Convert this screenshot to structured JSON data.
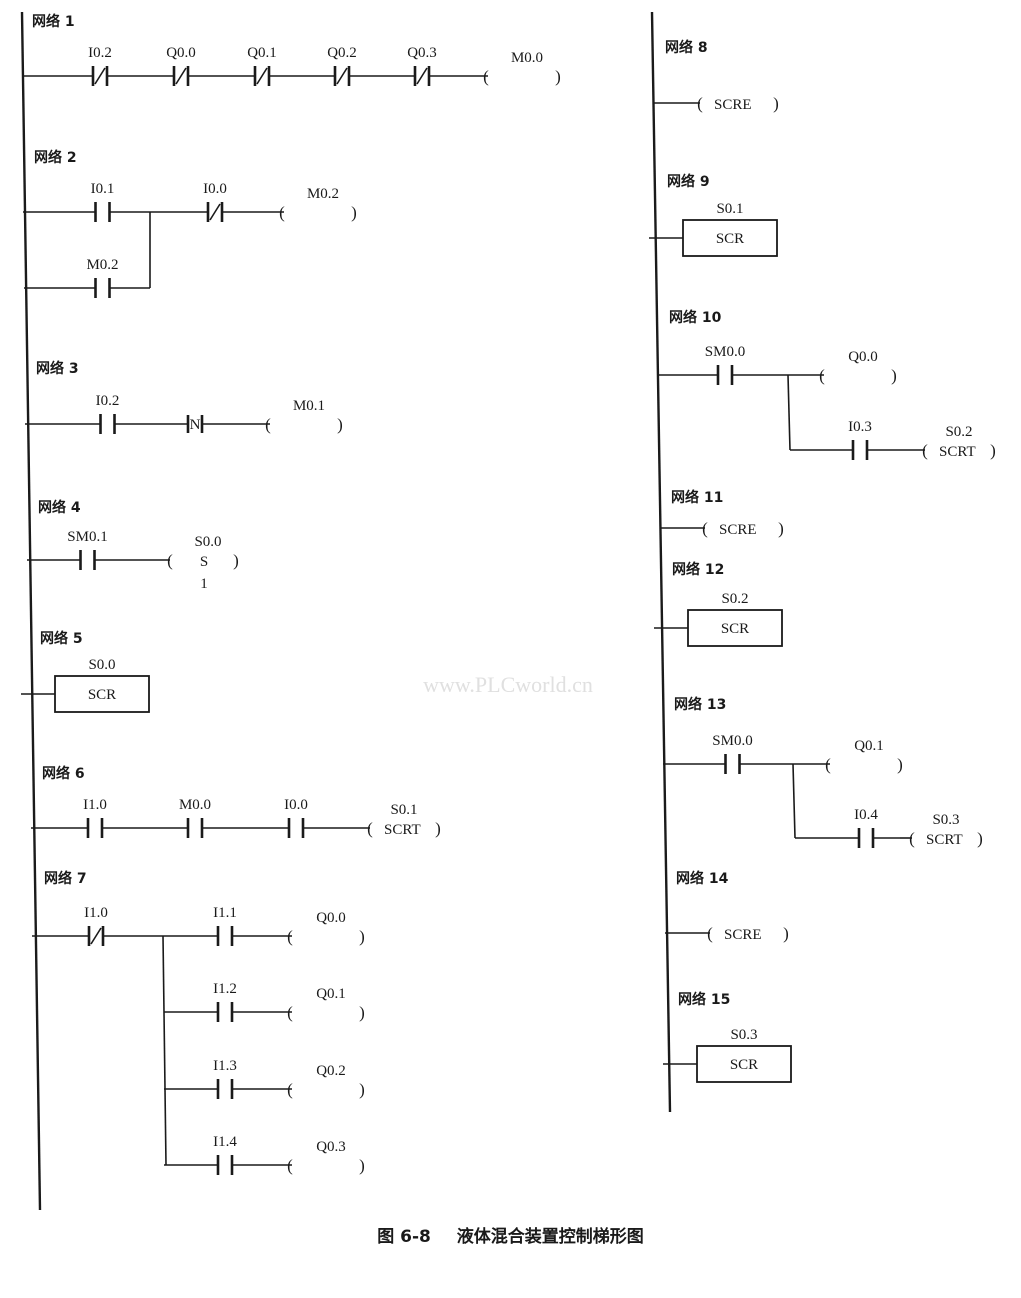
{
  "watermark": "www.PLCworld.cn",
  "caption": {
    "figure_no": "图 6-8",
    "title": "液体混合装置控制梯形图"
  },
  "networks": [
    {
      "title": "网络 1",
      "elements": [
        {
          "kind": "contact_nc",
          "label": "I0.2"
        },
        {
          "kind": "contact_nc",
          "label": "Q0.0"
        },
        {
          "kind": "contact_nc",
          "label": "Q0.1"
        },
        {
          "kind": "contact_nc",
          "label": "Q0.2"
        },
        {
          "kind": "contact_nc",
          "label": "Q0.3"
        },
        {
          "kind": "coil",
          "label": "M0.0"
        }
      ]
    },
    {
      "title": "网络 2",
      "elements": [
        {
          "kind": "contact_no",
          "label": "I0.1"
        },
        {
          "kind": "contact_nc",
          "label": "I0.0"
        },
        {
          "kind": "coil",
          "label": "M0.2"
        },
        {
          "kind": "contact_no",
          "label": "M0.2"
        }
      ]
    },
    {
      "title": "网络 3",
      "elements": [
        {
          "kind": "contact_no",
          "label": "I0.2"
        },
        {
          "kind": "neg_edge",
          "label": "N"
        },
        {
          "kind": "coil",
          "label": "M0.1"
        }
      ]
    },
    {
      "title": "网络 4",
      "elements": [
        {
          "kind": "contact_no",
          "label": "SM0.1"
        },
        {
          "kind": "set_coil",
          "label": "S0.0",
          "op": "S",
          "count": "1"
        }
      ]
    },
    {
      "title": "网络 5",
      "elements": [
        {
          "kind": "scr_box",
          "label": "S0.0",
          "text": "SCR"
        }
      ]
    },
    {
      "title": "网络 6",
      "elements": [
        {
          "kind": "contact_no",
          "label": "I1.0"
        },
        {
          "kind": "contact_no",
          "label": "M0.0"
        },
        {
          "kind": "contact_no",
          "label": "I0.0"
        },
        {
          "kind": "scrt_coil",
          "label": "S0.1",
          "text": "SCRT"
        }
      ]
    },
    {
      "title": "网络 7",
      "elements": [
        {
          "kind": "contact_nc",
          "label": "I1.0"
        },
        {
          "kind": "contact_no",
          "label": "I1.1"
        },
        {
          "kind": "coil",
          "label": "Q0.0"
        },
        {
          "kind": "contact_no",
          "label": "I1.2"
        },
        {
          "kind": "coil",
          "label": "Q0.1"
        },
        {
          "kind": "contact_no",
          "label": "I1.3"
        },
        {
          "kind": "coil",
          "label": "Q0.2"
        },
        {
          "kind": "contact_no",
          "label": "I1.4"
        },
        {
          "kind": "coil",
          "label": "Q0.3"
        }
      ]
    },
    {
      "title": "网络 8",
      "elements": [
        {
          "kind": "scre_coil",
          "text": "SCRE"
        }
      ]
    },
    {
      "title": "网络 9",
      "elements": [
        {
          "kind": "scr_box",
          "label": "S0.1",
          "text": "SCR"
        }
      ]
    },
    {
      "title": "网络 10",
      "elements": [
        {
          "kind": "contact_no",
          "label": "SM0.0"
        },
        {
          "kind": "coil",
          "label": "Q0.0"
        },
        {
          "kind": "contact_no",
          "label": "I0.3"
        },
        {
          "kind": "scrt_coil",
          "label": "S0.2",
          "text": "SCRT"
        }
      ]
    },
    {
      "title": "网络 11",
      "elements": [
        {
          "kind": "scre_coil",
          "text": "SCRE"
        }
      ]
    },
    {
      "title": "网络 12",
      "elements": [
        {
          "kind": "scr_box",
          "label": "S0.2",
          "text": "SCR"
        }
      ]
    },
    {
      "title": "网络 13",
      "elements": [
        {
          "kind": "contact_no",
          "label": "SM0.0"
        },
        {
          "kind": "coil",
          "label": "Q0.1"
        },
        {
          "kind": "contact_no",
          "label": "I0.4"
        },
        {
          "kind": "scrt_coil",
          "label": "S0.3",
          "text": "SCRT"
        }
      ]
    },
    {
      "title": "网络 14",
      "elements": [
        {
          "kind": "scre_coil",
          "text": "SCRE"
        }
      ]
    },
    {
      "title": "网络 15",
      "elements": [
        {
          "kind": "scr_box",
          "label": "S0.3",
          "text": "SCR"
        }
      ]
    }
  ]
}
